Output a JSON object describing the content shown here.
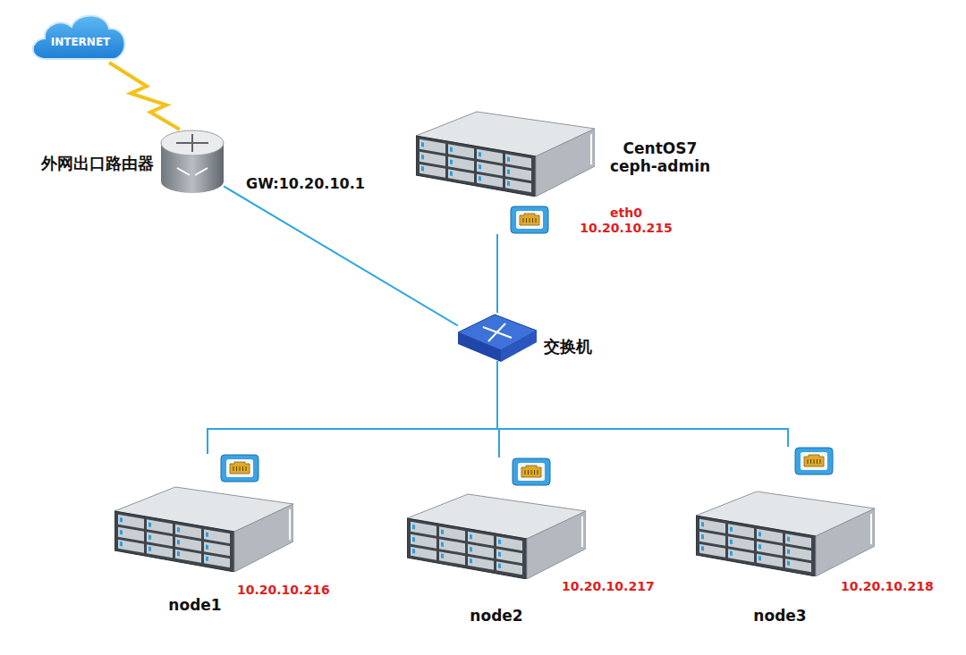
{
  "diagram": {
    "nodes": [
      {
        "text": [
          "INTERNET"
        ]
      },
      {
        "text": [
          "外网出口路由器"
        ]
      },
      {
        "text": [
          "CentOS7 ceph-admin",
          "eth0 10.20.10.215"
        ]
      },
      {
        "text": [
          "交换机"
        ]
      },
      {
        "text": [
          "node1",
          "10.20.10.216"
        ]
      },
      {
        "text": [
          "node2",
          "10.20.10.217"
        ]
      },
      {
        "text": [
          "node3",
          "10.20.10.218"
        ]
      }
    ],
    "edges": [
      {
        "from": 0,
        "to": 1,
        "arrow": "none"
      },
      {
        "from": 1,
        "to": 3,
        "arrow": "none"
      },
      {
        "from": 2,
        "to": 3,
        "arrow": "none"
      },
      {
        "from": 3,
        "to": 4,
        "arrow": "none"
      },
      {
        "from": 3,
        "to": 5,
        "arrow": "none"
      },
      {
        "from": 3,
        "to": 6,
        "arrow": "none"
      }
    ],
    "labels": [
      "GW:10.20.10.1"
    ]
  }
}
